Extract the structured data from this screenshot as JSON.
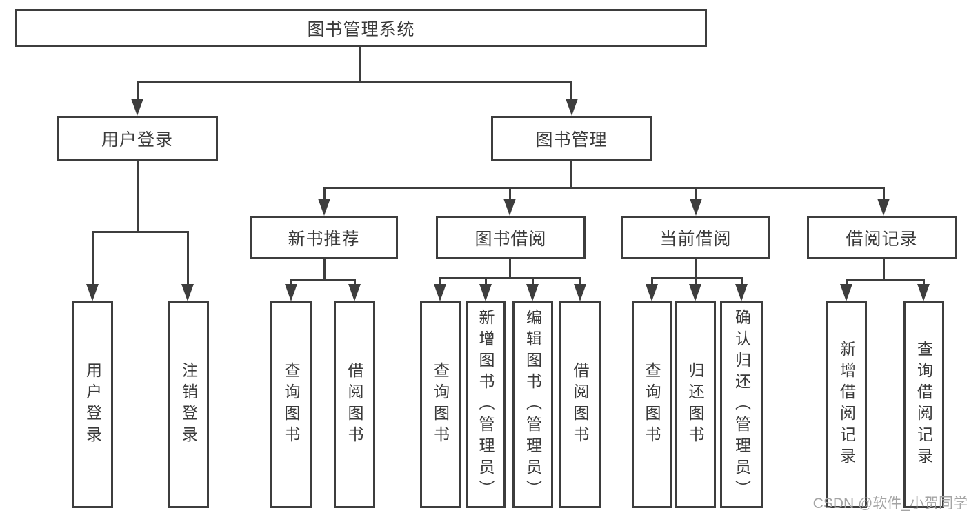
{
  "colors": {
    "line": "#3d3d3d",
    "text": "#3a3a3a",
    "watermark": "#a4a4a4",
    "background": "#ffffff"
  },
  "watermark": {
    "text": "CSDN @软件_小贺同学"
  },
  "tree": {
    "root": {
      "label": "图书管理系统"
    },
    "children": [
      {
        "label": "用户登录",
        "children": [
          {
            "label": "用户登录"
          },
          {
            "label": "注销登录"
          }
        ]
      },
      {
        "label": "图书管理",
        "children": [
          {
            "label": "新书推荐",
            "children": [
              {
                "label": "查询图书"
              },
              {
                "label": "借阅图书"
              }
            ]
          },
          {
            "label": "图书借阅",
            "children": [
              {
                "label": "查询图书"
              },
              {
                "label": "新增图书（管理员）"
              },
              {
                "label": "编辑图书（管理员）"
              },
              {
                "label": "借阅图书"
              }
            ]
          },
          {
            "label": "当前借阅",
            "children": [
              {
                "label": "查询图书"
              },
              {
                "label": "归还图书"
              },
              {
                "label": "确认归还（管理员）"
              }
            ]
          },
          {
            "label": "借阅记录",
            "children": [
              {
                "label": "新增借阅记录"
              },
              {
                "label": "查询借阅记录"
              }
            ]
          }
        ]
      }
    ]
  }
}
